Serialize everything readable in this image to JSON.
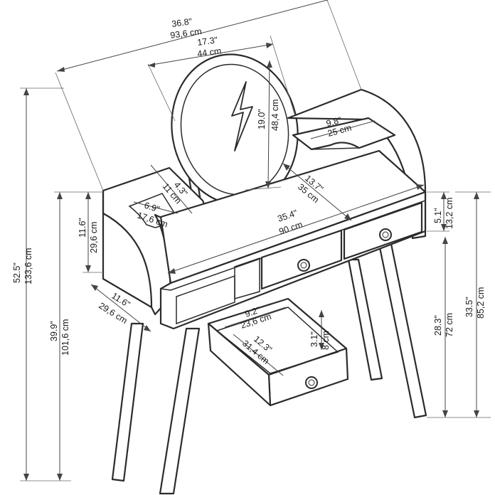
{
  "dimensions": {
    "total_width": {
      "in": "36.8\"",
      "cm": "93,6 cm"
    },
    "mirror_width": {
      "in": "17.3\"",
      "cm": "44 cm"
    },
    "mirror_height": {
      "in": "19.0\"",
      "cm": "48,4 cm"
    },
    "shelf_width": {
      "in": "9.8\"",
      "cm": "25 cm"
    },
    "total_height": {
      "in": "52.5\"",
      "cm": "133,6 cm"
    },
    "side_height": {
      "in": "11.6\"",
      "cm": "29,6 cm"
    },
    "table_height": {
      "in": "39.9\"",
      "cm": "101,6 cm"
    },
    "side_depth": {
      "in": "11.6\"",
      "cm": "29,6 cm"
    },
    "tray_width": {
      "in": "4.3\"",
      "cm": "11 cm"
    },
    "tray_depth": {
      "in": "6.9\"",
      "cm": "17,6 cm"
    },
    "desk_depth": {
      "in": "13.7\"",
      "cm": "35 cm"
    },
    "desk_width": {
      "in": "35.4\"",
      "cm": "90 cm"
    },
    "drawer_inner_w": {
      "in": "9.2\"",
      "cm": "23,6 cm"
    },
    "drawer_inner_d": {
      "in": "12.3\"",
      "cm": "31,4 cm"
    },
    "drawer_inner_h": {
      "in": "3.1\"",
      "cm": "8 cm"
    },
    "back_height": {
      "in": "5.1\"",
      "cm": "13,2 cm"
    },
    "leg_height": {
      "in": "28.3\"",
      "cm": "72 cm"
    },
    "desk_height": {
      "in": "33.5\"",
      "cm": "85,2 cm"
    }
  },
  "mirror_icon": "lightning-bolt-icon"
}
